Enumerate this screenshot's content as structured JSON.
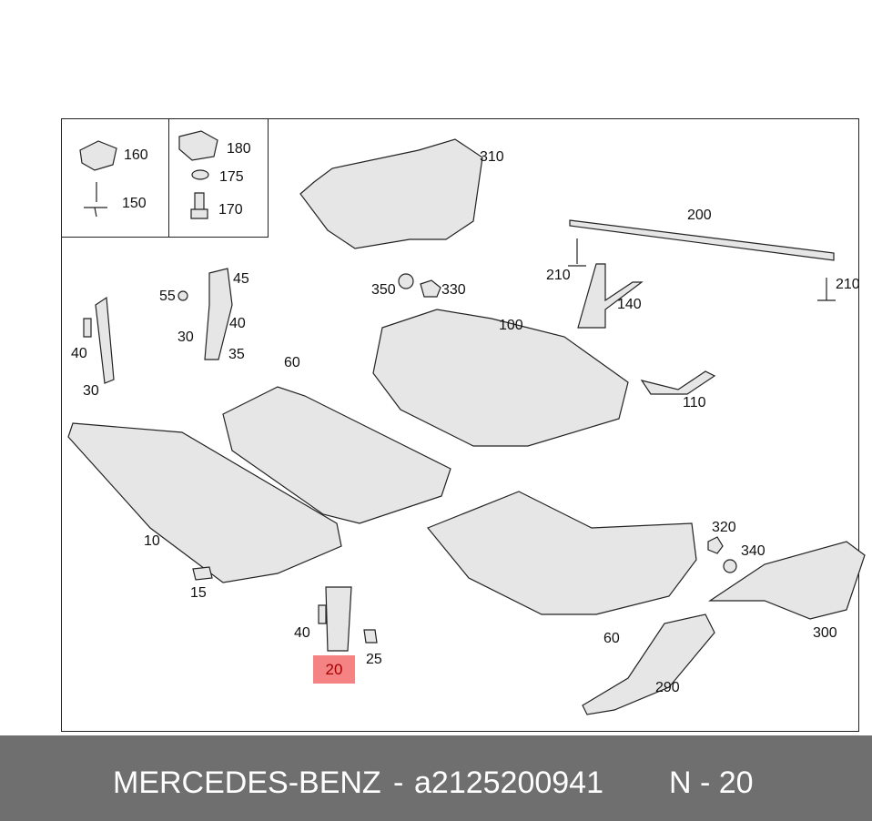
{
  "diagram": {
    "highlighted_part": "20",
    "labels": [
      "160",
      "150",
      "180",
      "175",
      "170",
      "310",
      "200",
      "210",
      "210",
      "140",
      "350",
      "330",
      "100",
      "45",
      "55",
      "40",
      "30",
      "35",
      "40",
      "30",
      "60",
      "110",
      "10",
      "15",
      "320",
      "340",
      "60",
      "300",
      "290",
      "40",
      "25"
    ]
  },
  "footer": {
    "brand": "MERCEDES-BENZ",
    "separator": "-",
    "part_number": "a2125200941",
    "page": "N - 20"
  },
  "colors": {
    "highlight": "#f58383",
    "footer_bg": "#6f6f6f"
  }
}
